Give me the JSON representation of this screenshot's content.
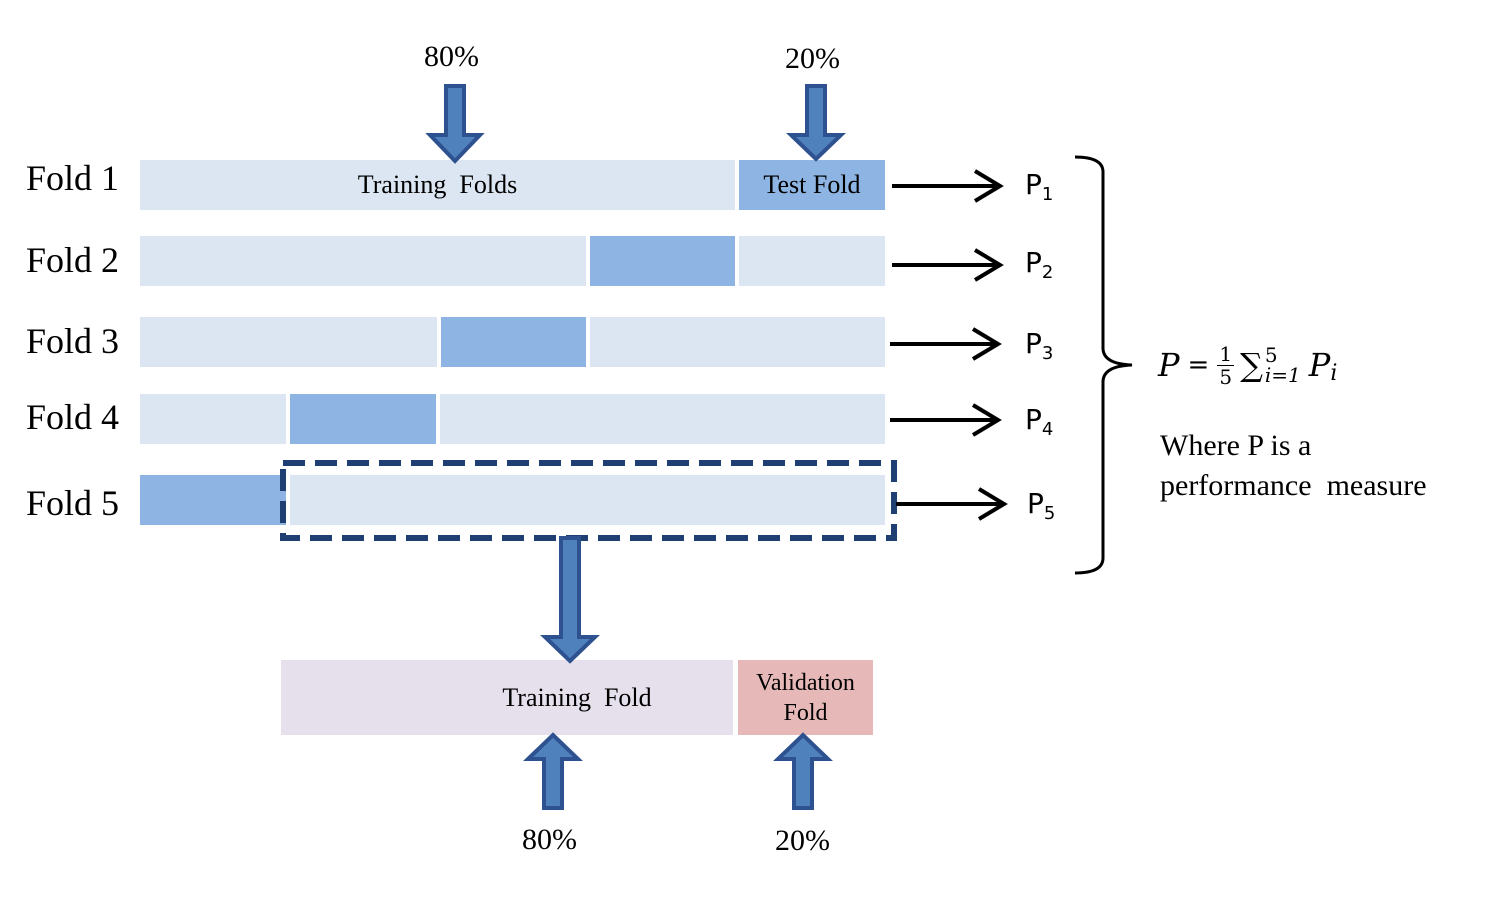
{
  "top_labels": {
    "left_pct": "80%",
    "right_pct": "20%"
  },
  "folds": [
    {
      "label": "Fold 1",
      "metric": "P",
      "sub": "1"
    },
    {
      "label": "Fold 2",
      "metric": "P",
      "sub": "2"
    },
    {
      "label": "Fold 3",
      "metric": "P",
      "sub": "3"
    },
    {
      "label": "Fold 4",
      "metric": "P",
      "sub": "4"
    },
    {
      "label": "Fold 5",
      "metric": "P",
      "sub": "5"
    }
  ],
  "segments": {
    "training_folds": "Training  Folds",
    "test_fold": "Test Fold"
  },
  "split": {
    "training_fold": "Training  Fold",
    "validation_fold_line1": "Validation",
    "validation_fold_line2": "Fold",
    "left_pct": "80%",
    "right_pct": "20%"
  },
  "formula": {
    "lhs": "P",
    "eq": "=",
    "num": "1",
    "den": "5",
    "sigma": "∑",
    "upper": "5",
    "lower": "i=1",
    "term": "P",
    "term_sub": "i"
  },
  "note": {
    "line1": "Where P is a",
    "line2": "performance  measure"
  },
  "colors": {
    "light_segment": "#dce6f2",
    "dark_segment": "#8eb4e3",
    "arrow_fill": "#4f81bd",
    "arrow_stroke": "#2e528f",
    "dashed_box": "#1f3f73",
    "train_split": "#e6e0ec",
    "validation_split": "#e6b9b8"
  }
}
